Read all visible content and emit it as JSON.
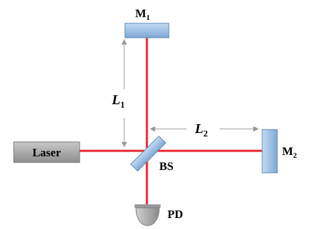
{
  "laser": {
    "label": "Laser"
  },
  "beam_splitter": {
    "label": "BS"
  },
  "mirror1": {
    "label": "M",
    "subscript": "1"
  },
  "mirror2": {
    "label": "M",
    "subscript": "2"
  },
  "detector": {
    "label": "PD"
  },
  "arm1_length": {
    "symbol": "L",
    "subscript": "1"
  },
  "arm2_length": {
    "symbol": "L",
    "subscript": "2"
  },
  "colors": {
    "beam": "#e8232a",
    "mirror_fill": "#9ec3e8",
    "mirror_stroke": "#5b86b5",
    "laser_fill": "#a9a9a9",
    "detector_fill": "#a9a9a9",
    "dimension_arrow": "#999999"
  }
}
